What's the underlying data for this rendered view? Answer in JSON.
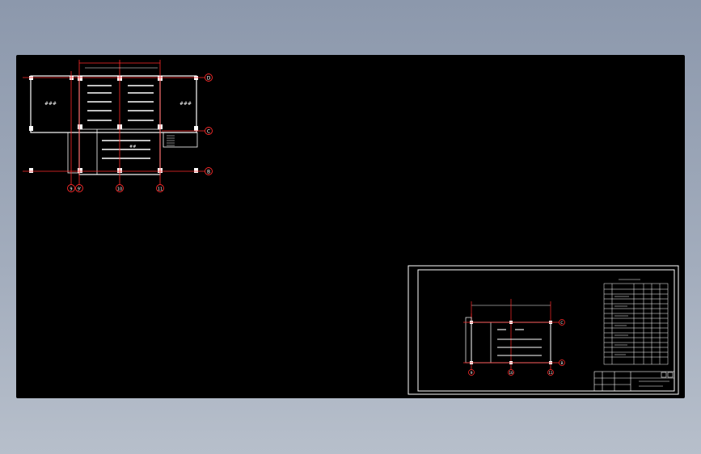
{
  "canvas": {
    "background": "#000000",
    "wall_color": "#ffffff",
    "axis_color": "#ff2a2a"
  },
  "plan_large": {
    "axis_labels": {
      "d": "D",
      "c": "C",
      "b": "B",
      "ax9": "9",
      "ax9p": "9'",
      "ax10": "10",
      "ax11": "11"
    },
    "room_tags": [
      "###",
      "###",
      "##"
    ]
  },
  "plan_small": {
    "axis_labels": {
      "c": "C",
      "b": "B",
      "ax9": "9",
      "ax10": "10",
      "ax11": "11"
    }
  }
}
